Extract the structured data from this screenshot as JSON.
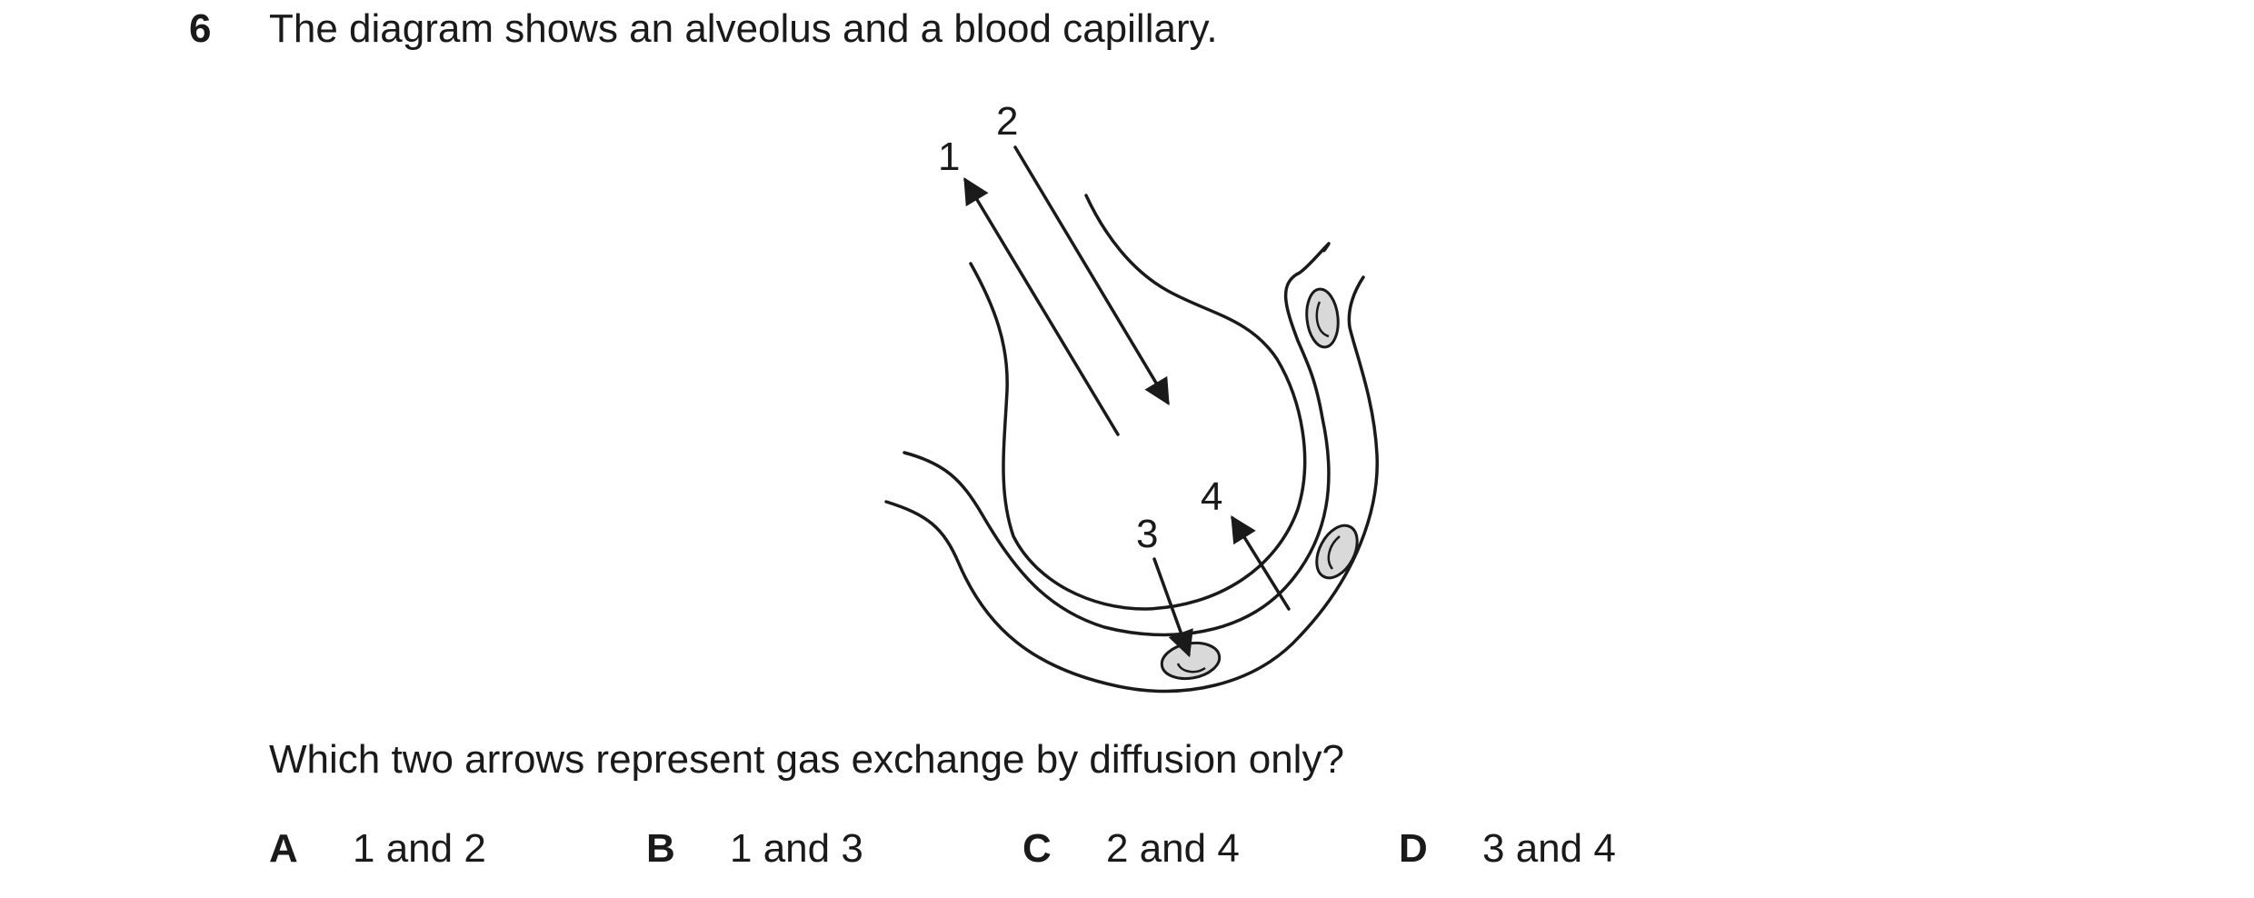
{
  "question": {
    "number": "6",
    "stem": "The diagram shows an alveolus and a blood capillary.",
    "prompt": "Which two arrows represent gas exchange by diffusion only?"
  },
  "diagram": {
    "arrow_labels": [
      "1",
      "2",
      "3",
      "4"
    ]
  },
  "options": [
    {
      "letter": "A",
      "text": "1 and 2"
    },
    {
      "letter": "B",
      "text": "1 and 3"
    },
    {
      "letter": "C",
      "text": "2 and 4"
    },
    {
      "letter": "D",
      "text": "3 and 4"
    }
  ]
}
